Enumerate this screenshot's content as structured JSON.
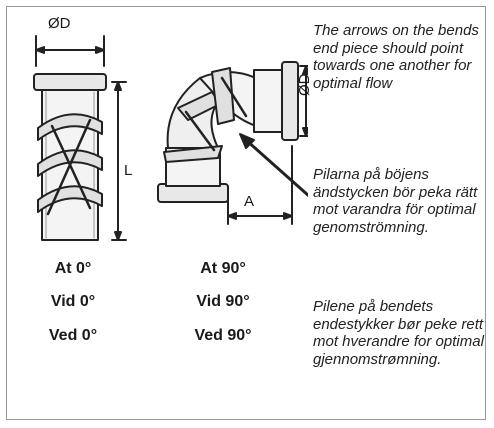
{
  "dimension_labels": {
    "outer_diameter_top": "ØD",
    "outer_diameter_side": "ØD",
    "length": "L",
    "offset": "A"
  },
  "angle_labels": {
    "left": [
      "At 0°",
      "Vid 0°",
      "Ved 0°"
    ],
    "right": [
      "At 90°",
      "Vid 90°",
      "Ved 90°"
    ]
  },
  "notes": [
    "The arrows on the bends end piece should point towards one another for optimal flow",
    "Pilarna på böjens ändstycken bör peka rätt mot varandra för optimal genomströmning.",
    "Pilene på bendets endestykker bør peke rett mot hverandre for optimal gjennomstrømning."
  ]
}
